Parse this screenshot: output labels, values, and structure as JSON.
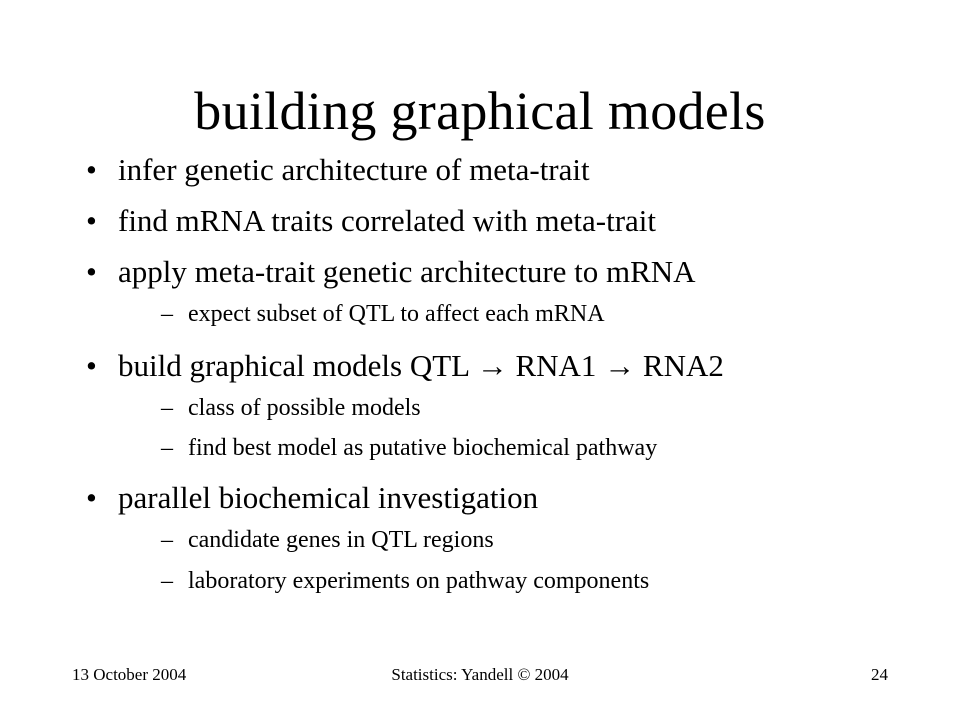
{
  "slide": {
    "title": "building graphical models",
    "bullet_marker": "•",
    "sub_marker": "–",
    "items": [
      {
        "text": "infer genetic architecture of meta-trait"
      },
      {
        "text": "find mRNA traits correlated with meta-trait"
      },
      {
        "text": "apply meta-trait genetic architecture to mRNA"
      },
      {
        "text": "expect subset of QTL to affect each mRNA"
      },
      {
        "text": "build graphical models QTL → RNA1 → RNA2"
      },
      {
        "text": "class of possible models"
      },
      {
        "text": "find best model as putative biochemical pathway"
      },
      {
        "text": "parallel biochemical investigation"
      },
      {
        "text": "candidate genes in QTL regions"
      },
      {
        "text": "laboratory experiments on pathway components"
      }
    ]
  },
  "footer": {
    "date": "13 October 2004",
    "center": "Statistics: Yandell © 2004",
    "page_number": "24"
  }
}
